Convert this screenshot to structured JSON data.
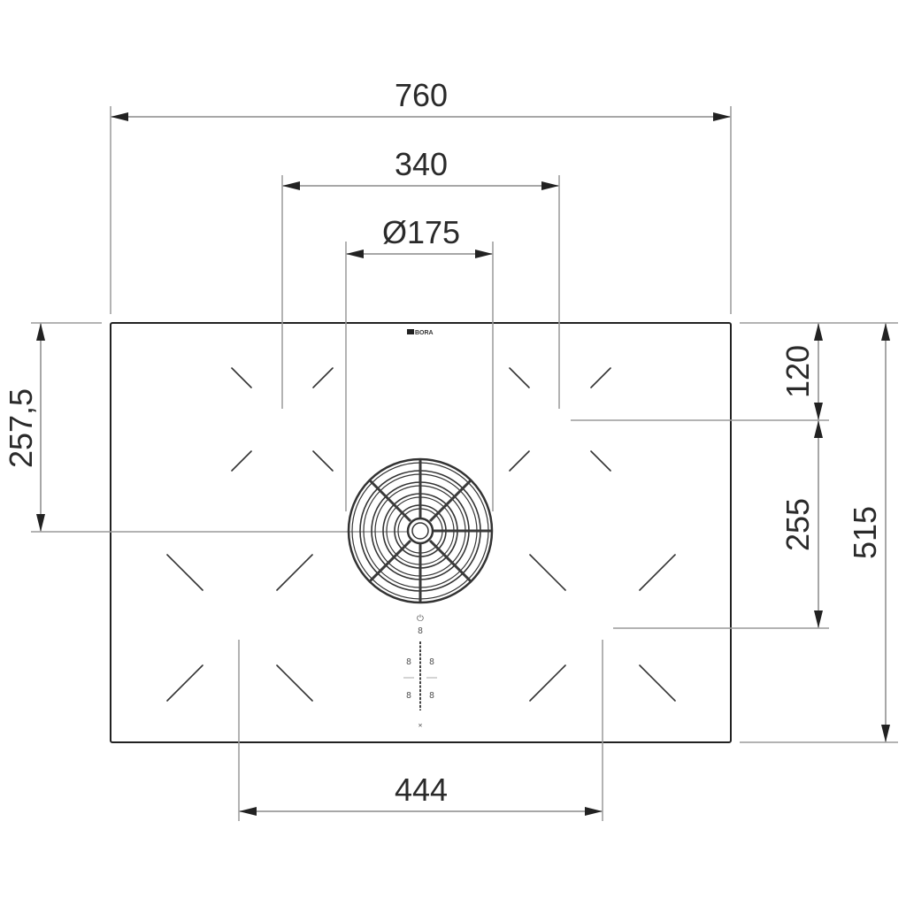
{
  "drawing": {
    "subject": "Cooktop with central extractor - top view dimensions",
    "unit": "mm",
    "brand_label": "BORA",
    "colors": {
      "line": "#222222",
      "extension_line": "#9a9a9a",
      "text": "#2a2a2a",
      "background": "#ffffff"
    }
  },
  "dimensions": {
    "overall_width": {
      "label": "760"
    },
    "zone_center_spacing_top": {
      "label": "340"
    },
    "extractor_diameter": {
      "label": "Ø175"
    },
    "zone_center_spacing_bottom": {
      "label": "444"
    },
    "left_offset_to_extractor_center": {
      "label": "257,5"
    },
    "top_to_upper_zone_center": {
      "label": "120"
    },
    "upper_to_lower_zone_center": {
      "label": "255"
    },
    "overall_depth": {
      "label": "515"
    }
  },
  "controls": {
    "power_symbol": "⏻",
    "digits": [
      "8",
      "8",
      "8",
      "8",
      "8"
    ],
    "bottom_symbol": "✕"
  },
  "cooking_zones": [
    {
      "name": "top-left"
    },
    {
      "name": "top-right"
    },
    {
      "name": "bottom-left"
    },
    {
      "name": "bottom-right"
    }
  ]
}
